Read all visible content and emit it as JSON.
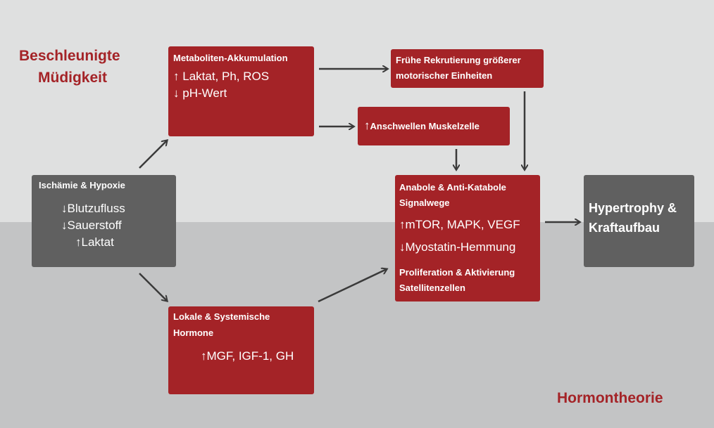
{
  "background": {
    "top_color": "#dfe0e0",
    "bottom_color": "#c3c4c5"
  },
  "colors": {
    "accent": "#a42327",
    "box_gray": "#606060",
    "arrow": "#3a3a3a"
  },
  "titles": {
    "top_left_line1": "Beschleunigte",
    "top_left_line2": "Müdigkeit",
    "bottom_right": "Hormontheorie"
  },
  "boxes": {
    "ischemia": {
      "title": "Ischämie & Hypoxie",
      "item1": "Blutzufluss",
      "item2": "Sauerstoff",
      "item3": "Laktat"
    },
    "metabolites": {
      "title": "Metaboliten-Akkumulation",
      "item1": "Laktat, Ph, ROS",
      "item2": "pH-Wert"
    },
    "recruitment": {
      "line1": "Frühe Rekrutierung größerer",
      "line2": "motorischer Einheiten"
    },
    "swelling": {
      "label": "Anschwellen Muskelzelle"
    },
    "hormones": {
      "line1": "Lokale & Systemische",
      "line2": "Hormone",
      "item1": "MGF, IGF-1, GH"
    },
    "anabolic": {
      "line1": "Anabole & Anti-Katabole",
      "line2": "Signalwege",
      "item1": "mTOR, MAPK, VEGF",
      "item2": "Myostatin-Hemmung",
      "sub1": "Proliferation & Aktivierung",
      "sub2": "Satellitenzellen"
    },
    "hypertrophy": {
      "line1": "Hypertrophy &",
      "line2": "Kraftaufbau"
    }
  }
}
